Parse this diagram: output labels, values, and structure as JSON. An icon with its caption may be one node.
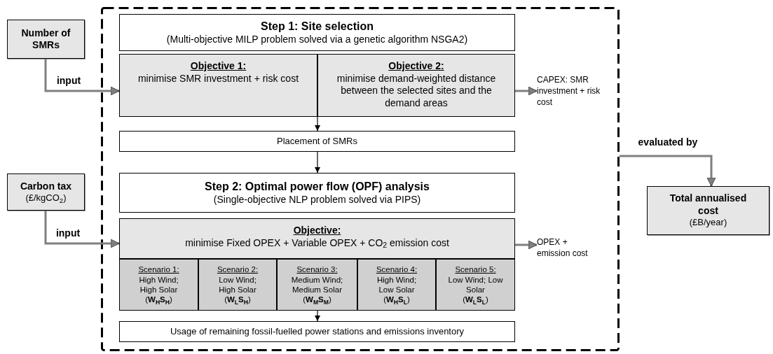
{
  "diagram": {
    "nodes": [
      {
        "text": [],
        "shape": "box"
      },
      {
        "text": [
          "Number of SMRs"
        ]
      },
      {
        "text": [
          "Step 1: Site selection",
          "(Multi-objective MILP problem solved via a genetic algorithm NSGA2)"
        ],
        "in": 0
      },
      {
        "text": [
          "Objective 1:",
          "minimise SMR investment + risk cost"
        ],
        "in": 0
      },
      {
        "text": [
          "Objective 2:",
          "minimise demand-weighted distance between the selected sites and the demand areas"
        ],
        "in": 0
      },
      {
        "text": [
          "CAPEX: SMR investment + risk cost"
        ],
        "in": 0
      },
      {
        "text": [
          "Placement of SMRs"
        ],
        "in": 0
      },
      {
        "text": [
          "Carbon tax",
          "(£/kgCO$_{2}$)"
        ]
      },
      {
        "text": [
          "Step 2: Optimal power flow (OPF) analysis",
          "(Single-objective NLP problem solved via PIPS)"
        ],
        "in": 0
      },
      {
        "text": [
          "Objective:",
          "minimise Fixed OPEX + Variable OPEX + CO$_{2}$ emission cost"
        ],
        "in": 0
      },
      {
        "text": [
          "Scenario 1:",
          "High Wind; High Solar",
          "(**W**$_{H}$**S**$_{H}$)"
        ],
        "in": 0
      },
      {
        "text": [
          "Scenario 2:",
          "Low Wind; High Solar",
          "(**W**$_{L}$**S**$_{H}$)"
        ],
        "in": 0
      },
      {
        "text": [
          "Scenario 3:",
          "Medium Wind; Medium Solar",
          "(**W**$_{M}$**S**$_{M}$)"
        ],
        "in": 0
      },
      {
        "text": [
          "Scenario 4:",
          "High Wind; Low Solar",
          "(**W**$_{H}$**S**$_{L}$)"
        ],
        "in": 0
      },
      {
        "text": [
          "Scenario 5:",
          "Low Wind; Low Solar",
          "(**W**$_{L}$**S**$_{L}$)"
        ],
        "in": 0
      },
      {
        "text": [
          "OPEX + emission cost"
        ],
        "in": 0
      },
      {
        "text": [
          "Usage of remaining fossil-fuelled power stations and emissions inventory"
        ],
        "in": 0
      },
      {
        "text": [
          "Total annualised cost",
          "(£B/year)"
        ]
      }
    ],
    "edges": [
      {
        "from": 1,
        "to": 3,
        "arrow": "to",
        "label": "input"
      },
      {
        "from": 3,
        "to": 6,
        "arrow": "to",
        "color": "#000000"
      },
      {
        "from": 4,
        "to": 5,
        "arrow": "to"
      },
      {
        "from": 6,
        "to": 8,
        "arrow": "to",
        "color": "#000000"
      },
      {
        "from": 7,
        "to": 9,
        "arrow": "to",
        "label": "input"
      },
      {
        "from": 9,
        "to": 15,
        "arrow": "to"
      },
      {
        "from": 12,
        "to": 16,
        "arrow": "to",
        "color": "#000000"
      },
      {
        "from": 0,
        "to": 17,
        "arrow": "to",
        "label": "evaluated by"
      }
    ]
  }
}
